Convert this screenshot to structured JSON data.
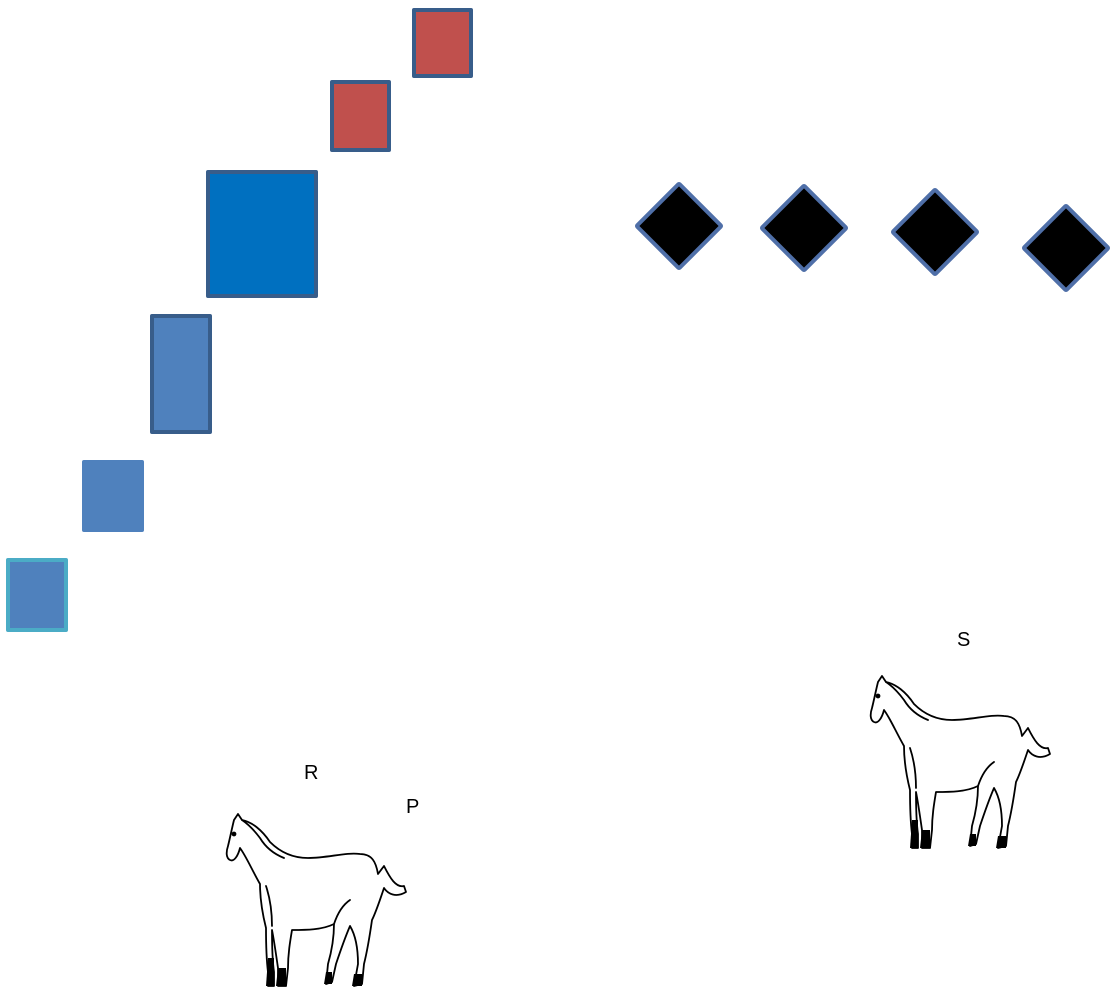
{
  "colors": {
    "red_block": "#c0504d",
    "dark_blue_block": "#0070c0",
    "blue_block": "#4f81bd",
    "block_border": "#385d8a",
    "teal_border": "#4bacc6",
    "diamond_fill": "#000000",
    "diamond_border": "#4f6fa8"
  },
  "labels": {
    "r": "R",
    "p": "P",
    "s": "S"
  },
  "icons": {
    "horse_left": "horse-icon",
    "horse_right": "horse-icon"
  }
}
